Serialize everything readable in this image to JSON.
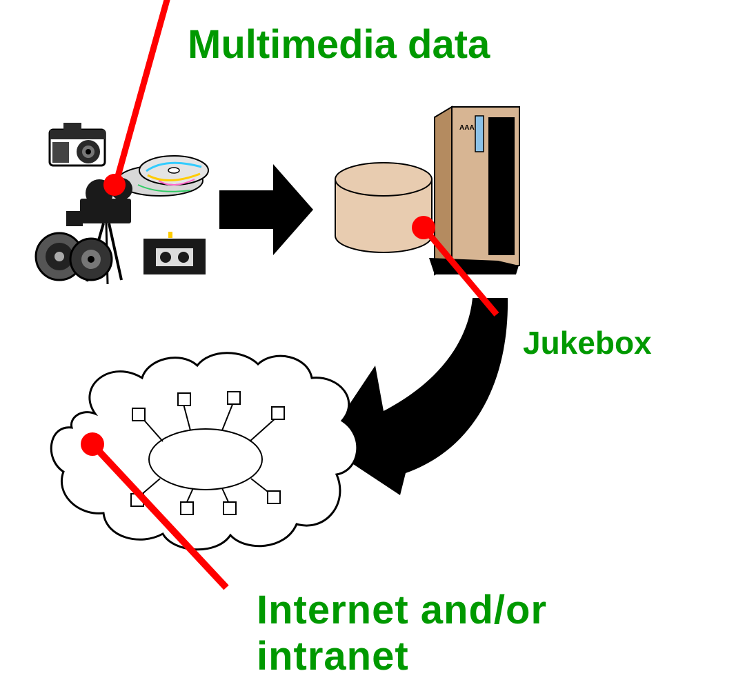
{
  "labels": {
    "multimedia": "Multimedia data",
    "jukebox": "Jukebox",
    "internet_line1": "Internet and/or",
    "internet_line2": "intranet"
  },
  "icons": [
    "camera-icon",
    "cd-disc-icon",
    "movie-camera-icon",
    "film-reel-icon",
    "videotape-icon",
    "arrow-right-icon",
    "database-cylinder-icon",
    "server-cabinet-icon",
    "curved-arrow-icon",
    "cloud-network-icon"
  ],
  "colors": {
    "label_text": "#009900",
    "pointer": "#ff0000",
    "cylinder_fill": "#e8ccb0",
    "cabinet_fill": "#d7b593"
  }
}
